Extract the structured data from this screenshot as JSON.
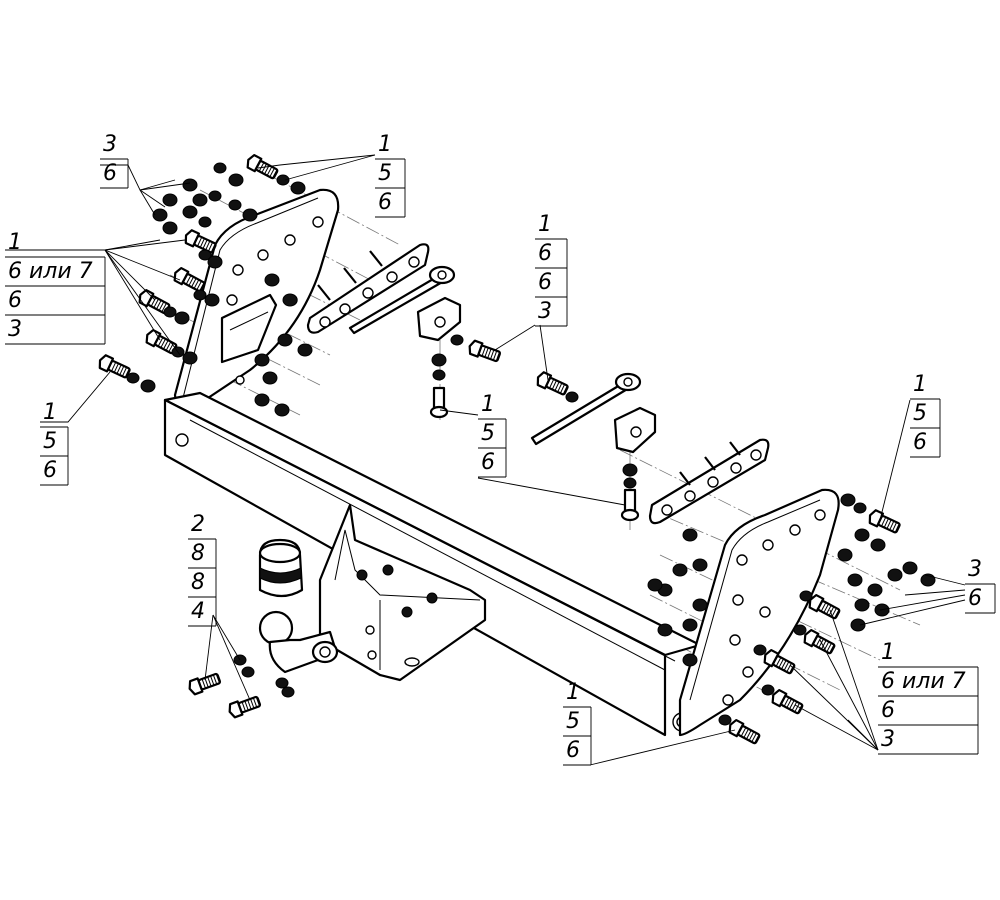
{
  "callouts": [
    {
      "id": "top-left-nuts",
      "lines": [
        "3",
        "6"
      ]
    },
    {
      "id": "top-bolts",
      "lines": [
        "1",
        "5",
        "6"
      ]
    },
    {
      "id": "left-side-bolts",
      "lines": [
        "1",
        "6 или 7",
        "6",
        "3"
      ]
    },
    {
      "id": "left-front-bolt",
      "lines": [
        "1",
        "5",
        "6"
      ]
    },
    {
      "id": "center-bracket-bolt",
      "lines": [
        "1",
        "6",
        "6",
        "3"
      ]
    },
    {
      "id": "center-lower-bolt",
      "lines": [
        "1",
        "5",
        "6"
      ]
    },
    {
      "id": "right-top-bolt",
      "lines": [
        "1",
        "5",
        "6"
      ]
    },
    {
      "id": "right-nuts",
      "lines": [
        "3",
        "6"
      ]
    },
    {
      "id": "tow-ball",
      "lines": [
        "2",
        "8",
        "8",
        "4"
      ]
    },
    {
      "id": "right-side-bolts",
      "lines": [
        "1",
        "6 или 7",
        "6",
        "3"
      ]
    },
    {
      "id": "right-front-bolt",
      "lines": [
        "1",
        "5",
        "6"
      ]
    }
  ]
}
